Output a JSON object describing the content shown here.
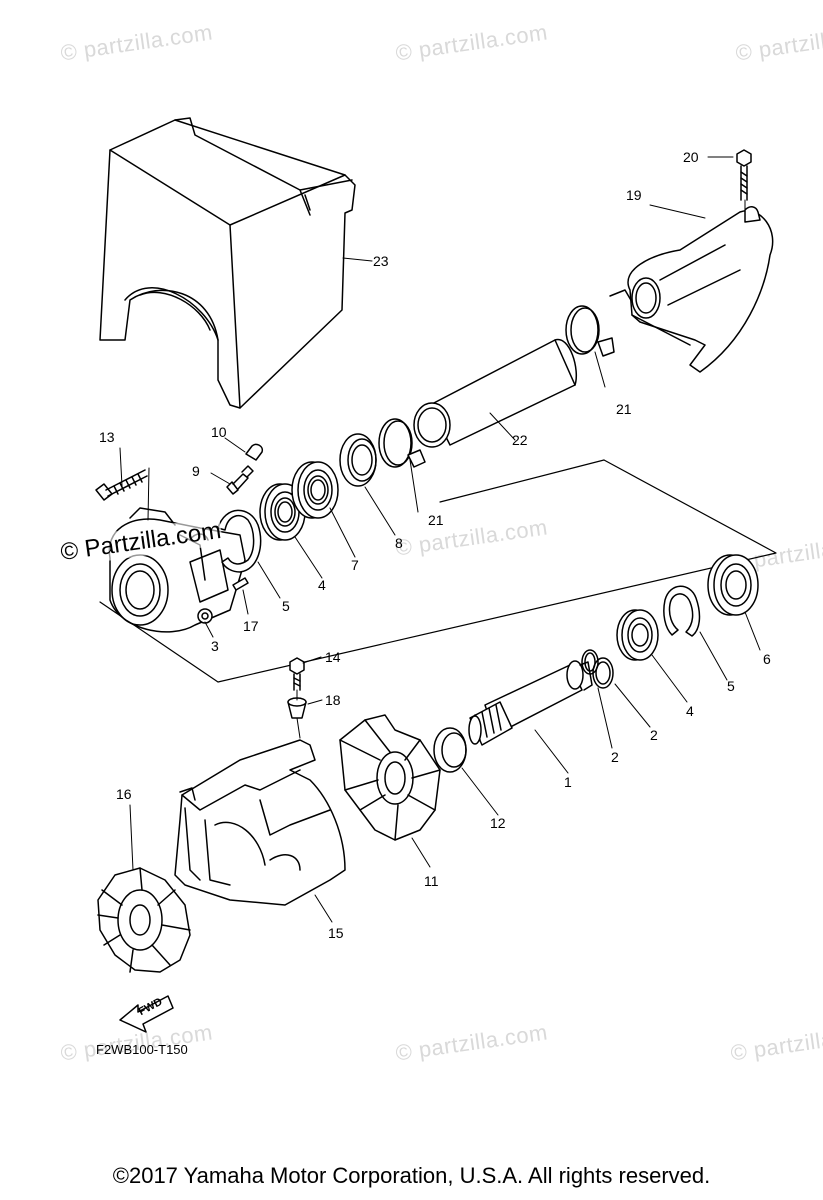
{
  "watermark": "© Partzilla.com",
  "watermark_light": "© partzilla.com",
  "diagram_code": "F2WB100-T150",
  "fwd_label": "FWD",
  "copyright": "©2017  Yamaha Motor Corporation, U.S.A. All rights reserved.",
  "callouts": {
    "p1": "1",
    "p2a": "2",
    "p2b": "2",
    "p3": "3",
    "p4a": "4",
    "p4b": "4",
    "p5a": "5",
    "p5b": "5",
    "p6": "6",
    "p7": "7",
    "p8": "8",
    "p9": "9",
    "p10": "10",
    "p11": "11",
    "p12": "12",
    "p13": "13",
    "p14": "14",
    "p15": "15",
    "p16": "16",
    "p17": "17",
    "p18": "18",
    "p19": "19",
    "p20": "20",
    "p21a": "21",
    "p21b": "21",
    "p22": "22",
    "p23": "23"
  }
}
